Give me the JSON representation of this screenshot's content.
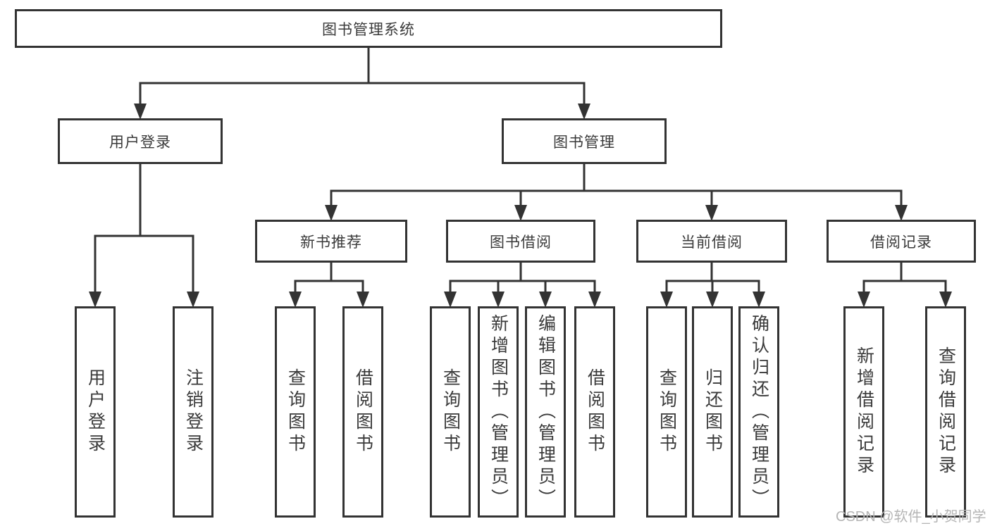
{
  "diagram": {
    "title": "图书管理系统",
    "nodes": [
      {
        "id": "root",
        "label": "图书管理系统"
      },
      {
        "id": "user-login",
        "label": "用户登录"
      },
      {
        "id": "book-management",
        "label": "图书管理"
      },
      {
        "id": "new-book-recommend",
        "label": "新书推荐"
      },
      {
        "id": "book-borrow",
        "label": "图书借阅"
      },
      {
        "id": "current-borrow",
        "label": "当前借阅"
      },
      {
        "id": "borrow-records",
        "label": "借阅记录"
      },
      {
        "id": "leaf-user-login",
        "label": "用户登录"
      },
      {
        "id": "leaf-logout",
        "label": "注销登录"
      },
      {
        "id": "leaf-query-book-1",
        "label": "查询图书"
      },
      {
        "id": "leaf-borrow-book-1",
        "label": "借阅图书"
      },
      {
        "id": "leaf-query-book-2",
        "label": "查询图书"
      },
      {
        "id": "leaf-add-book",
        "label": "新增图书（管理员）"
      },
      {
        "id": "leaf-edit-book",
        "label": "编辑图书（管理员）"
      },
      {
        "id": "leaf-borrow-book-2",
        "label": "借阅图书"
      },
      {
        "id": "leaf-query-book-3",
        "label": "查询图书"
      },
      {
        "id": "leaf-return-book",
        "label": "归还图书"
      },
      {
        "id": "leaf-confirm-return",
        "label": "确认归还（管理员）"
      },
      {
        "id": "leaf-add-borrow-record",
        "label": "新增借阅记录"
      },
      {
        "id": "leaf-query-borrow-record",
        "label": "查询借阅记录"
      }
    ],
    "edges": [
      {
        "parent": "root",
        "children": [
          "user-login",
          "book-management"
        ]
      },
      {
        "parent": "user-login",
        "children": [
          "leaf-user-login",
          "leaf-logout"
        ]
      },
      {
        "parent": "book-management",
        "children": [
          "new-book-recommend",
          "book-borrow",
          "current-borrow",
          "borrow-records"
        ]
      },
      {
        "parent": "new-book-recommend",
        "children": [
          "leaf-query-book-1",
          "leaf-borrow-book-1"
        ]
      },
      {
        "parent": "book-borrow",
        "children": [
          "leaf-query-book-2",
          "leaf-add-book",
          "leaf-edit-book",
          "leaf-borrow-book-2"
        ]
      },
      {
        "parent": "current-borrow",
        "children": [
          "leaf-query-book-3",
          "leaf-return-book",
          "leaf-confirm-return"
        ]
      },
      {
        "parent": "borrow-records",
        "children": [
          "leaf-add-borrow-record",
          "leaf-query-borrow-record"
        ]
      }
    ],
    "colors": {
      "line": "#333333",
      "box_background": "#ffffff",
      "text": "#3a3a3a",
      "watermark": "#b5b5b5"
    }
  },
  "watermark": "CSDN @软件_小贺同学"
}
